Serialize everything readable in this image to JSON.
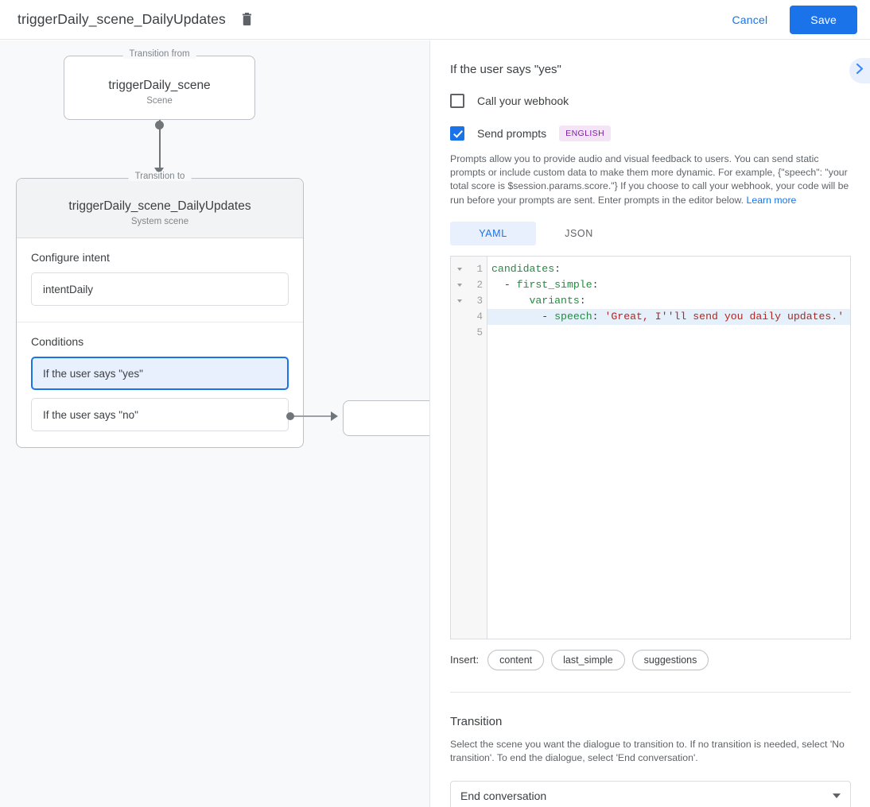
{
  "topbar": {
    "title": "triggerDaily_scene_DailyUpdates",
    "delete_icon": "trash-icon",
    "cancel_label": "Cancel",
    "save_label": "Save",
    "save_bg": "#1a73e8",
    "link_color": "#1a73e8"
  },
  "canvas": {
    "from": {
      "legend": "Transition from",
      "title": "triggerDaily_scene",
      "subtitle": "Scene"
    },
    "to": {
      "legend": "Transition to",
      "title": "triggerDaily_scene_DailyUpdates",
      "subtitle": "System scene",
      "intent_section_label": "Configure intent",
      "intent_value": "intentDaily",
      "conditions_label": "Conditions",
      "conditions": [
        {
          "label": "If the user says \"yes\"",
          "selected": true
        },
        {
          "label": "If the user says \"no\"",
          "selected": false
        }
      ]
    },
    "next_node": {
      "label": ""
    }
  },
  "panel": {
    "heading": "If the user says \"yes\"",
    "collapse_icon": "chevron-right-icon",
    "webhook": {
      "label": "Call your webhook",
      "checked": false
    },
    "prompts": {
      "label": "Send prompts",
      "checked": true,
      "badge": "ENGLISH",
      "badge_bg": "#f3e5f5",
      "badge_color": "#7b1fa2",
      "description": "Prompts allow you to provide audio and visual feedback to users. You can send static prompts or include custom data to make them more dynamic. For example, {\"speech\": \"your total score is $session.params.score.\"} If you choose to call your webhook, your code will be run before your prompts are sent. Enter prompts in the editor below. ",
      "learn_more": "Learn more"
    },
    "tabs": [
      {
        "label": "YAML",
        "active": true
      },
      {
        "label": "JSON",
        "active": false
      }
    ],
    "editor": {
      "line_numbers": [
        "1",
        "2",
        "3",
        "4",
        "5"
      ],
      "fold_lines": [
        1,
        2,
        3
      ],
      "highlighted_line": 4,
      "lines": [
        {
          "n": "1",
          "tokens": [
            {
              "t": "candidates",
              "c": "k"
            },
            {
              "t": ":",
              "c": "p"
            }
          ]
        },
        {
          "n": "2",
          "tokens": [
            {
              "t": "  - ",
              "c": "p"
            },
            {
              "t": "first_simple",
              "c": "k"
            },
            {
              "t": ":",
              "c": "p"
            }
          ]
        },
        {
          "n": "3",
          "tokens": [
            {
              "t": "      ",
              "c": "p"
            },
            {
              "t": "variants",
              "c": "k"
            },
            {
              "t": ":",
              "c": "p"
            }
          ]
        },
        {
          "n": "4",
          "tokens": [
            {
              "t": "        - ",
              "c": "p"
            },
            {
              "t": "speech",
              "c": "k"
            },
            {
              "t": ": ",
              "c": "p"
            },
            {
              "t": "'Great, I''ll send you daily updates.'",
              "c": "s"
            }
          ]
        },
        {
          "n": "5",
          "tokens": []
        }
      ]
    },
    "insert": {
      "label": "Insert:",
      "chips": [
        "content",
        "last_simple",
        "suggestions"
      ]
    },
    "transition": {
      "heading": "Transition",
      "description": "Select the scene you want the dialogue to transition to. If no transition is needed, select 'No transition'. To end the dialogue, select 'End conversation'.",
      "selected_value": "End conversation"
    }
  }
}
